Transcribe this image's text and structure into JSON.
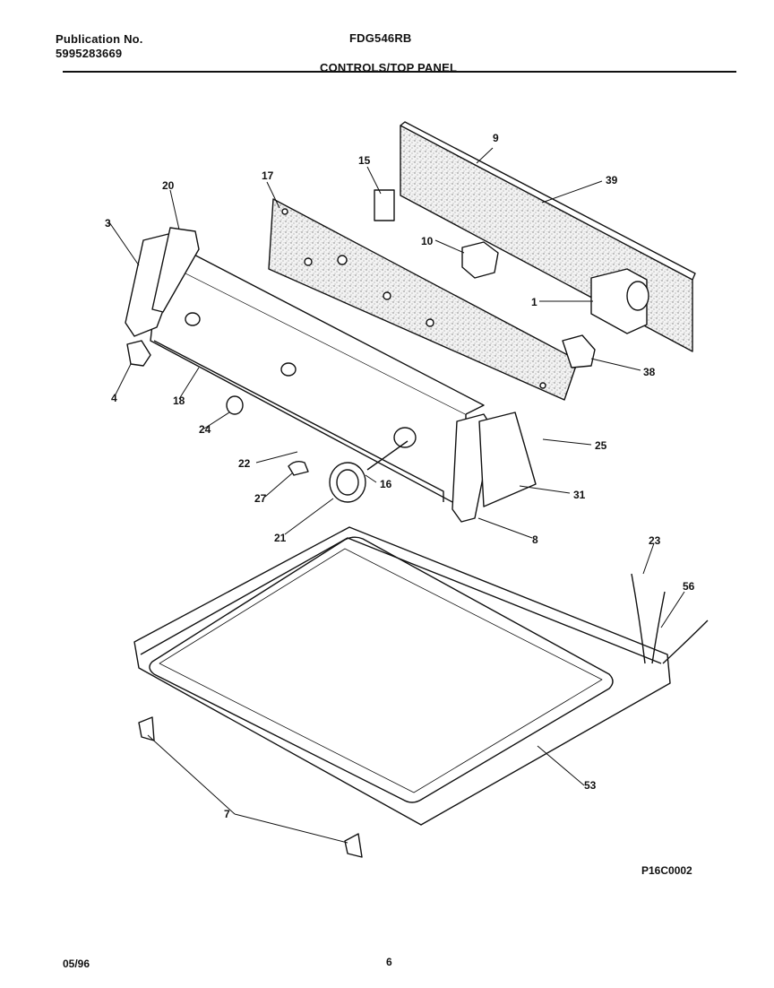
{
  "header": {
    "publication_label": "Publication No.",
    "publication_number": "5995283669",
    "model": "FDG546RB",
    "section_title": "CONTROLS/TOP PANEL"
  },
  "callouts": [
    "9",
    "39",
    "15",
    "17",
    "20",
    "3",
    "10",
    "1",
    "38",
    "4",
    "18",
    "24",
    "25",
    "22",
    "27",
    "16",
    "31",
    "21",
    "8",
    "23",
    "56",
    "53",
    "7"
  ],
  "figure_code": "P16C0002",
  "footer": {
    "date": "05/96",
    "page": "6"
  }
}
